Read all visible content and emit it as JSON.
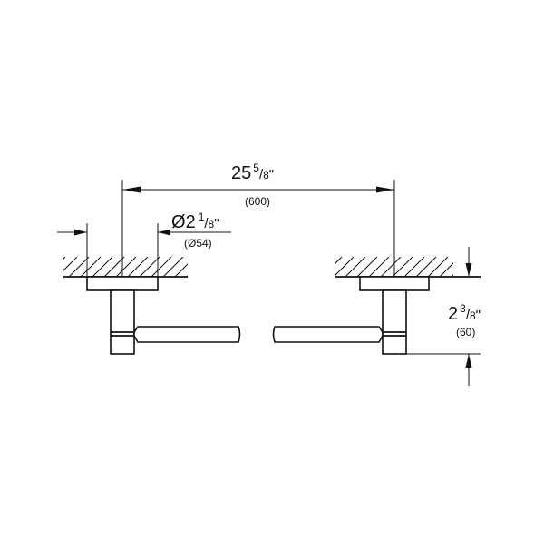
{
  "drawing": {
    "subject": "towel bar technical dimension drawing",
    "line_color": "#111111",
    "background": "#ffffff"
  },
  "dimensions": {
    "length": {
      "whole": "25",
      "numerator": "5",
      "denominator": "8",
      "unit": "\"",
      "metric": "(600)"
    },
    "diameter": {
      "symbol": "Ø",
      "whole": "2",
      "numerator": "1",
      "denominator": "8",
      "unit": "\"",
      "metric": "(Ø54)"
    },
    "projection": {
      "whole": "2",
      "numerator": "3",
      "denominator": "8",
      "unit": "\"",
      "metric": "(60)"
    }
  }
}
